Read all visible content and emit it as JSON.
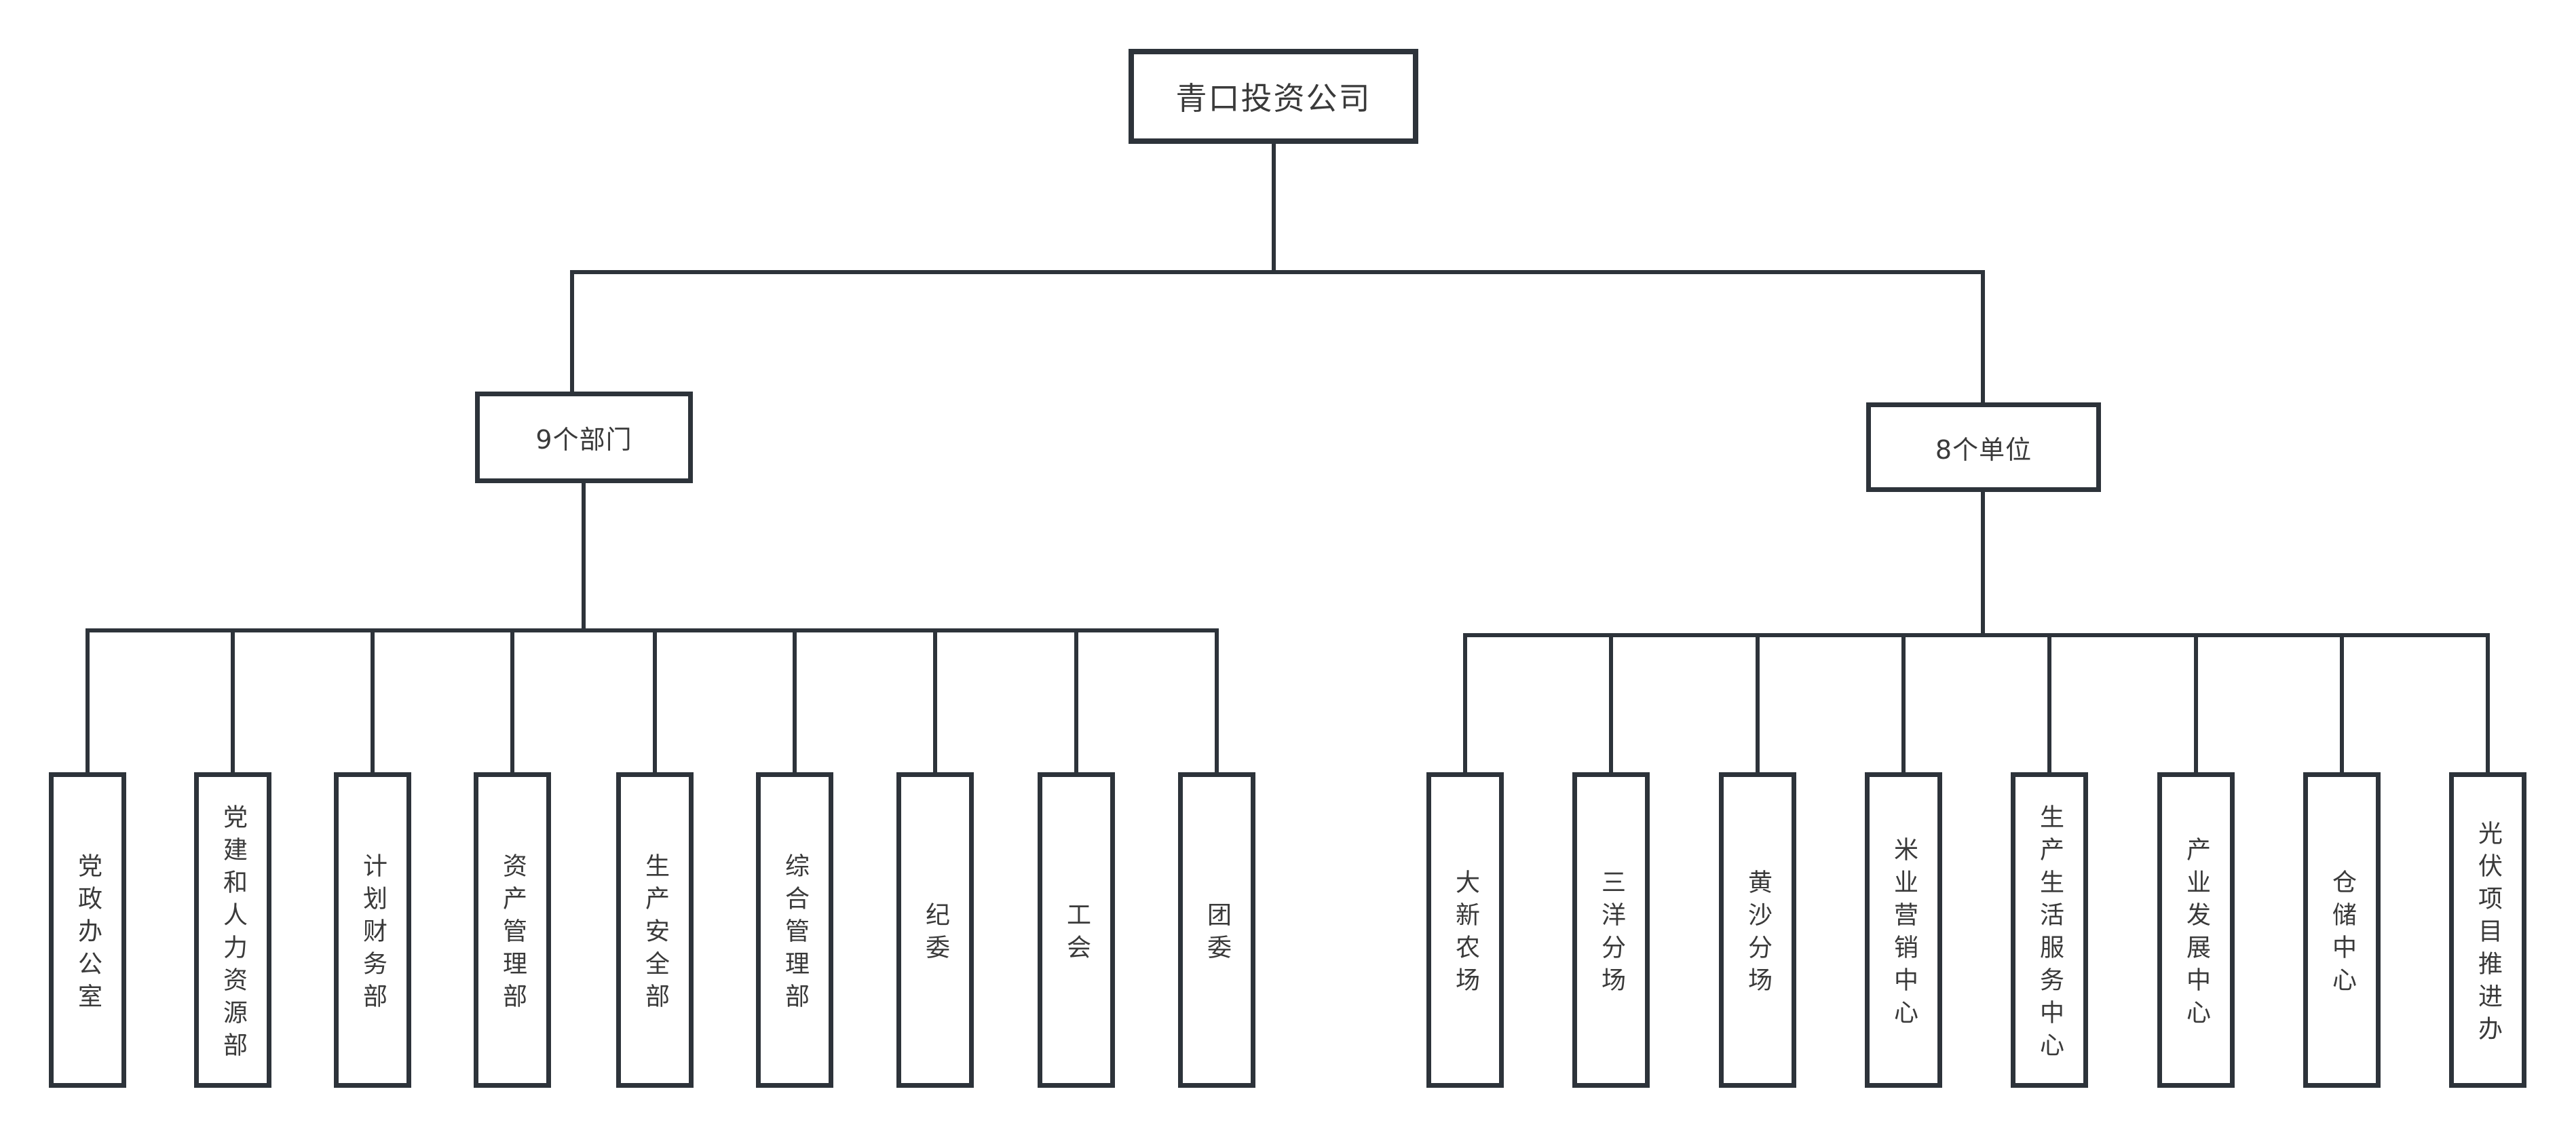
{
  "root": {
    "label": "青口投资公司"
  },
  "branches": {
    "departments": {
      "label": "9个部门",
      "items": [
        "党政办公室",
        "党建和人力资源部",
        "计划财务部",
        "资产管理部",
        "生产安全部",
        "综合管理部",
        "纪委",
        "工会",
        "团委"
      ]
    },
    "units": {
      "label": "8个单位",
      "items": [
        "大新农场",
        "三洋分场",
        "黄沙分场",
        "米业营销中心",
        "生产生活服务中心",
        "产业发展中心",
        "仓储中心",
        "光伏项目推进办"
      ]
    }
  },
  "colors": {
    "line": "#2d333a",
    "text": "#3a3a3a",
    "background": "#ffffff"
  }
}
